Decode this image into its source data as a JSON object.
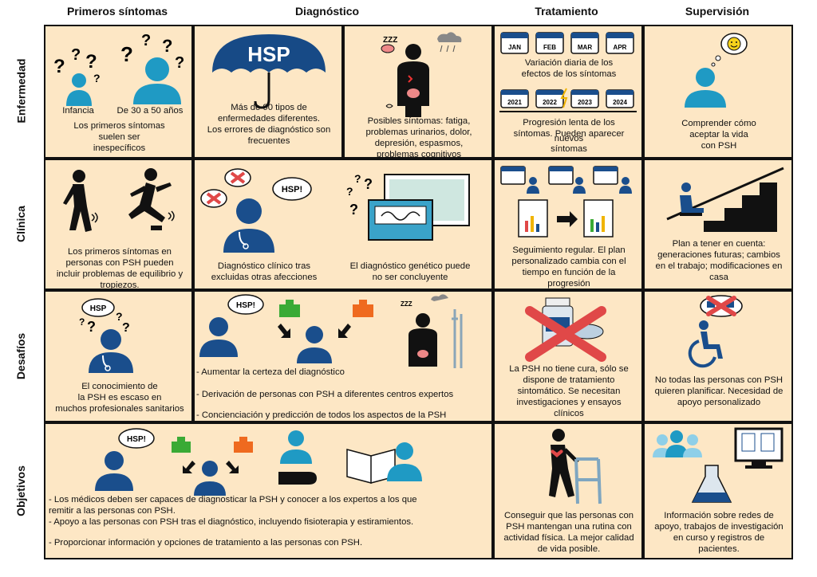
{
  "columns": {
    "primeros": "Primeros síntomas",
    "diagnostico": "Diagnóstico",
    "tratamiento": "Tratamiento",
    "supervision": "Supervisión"
  },
  "rows": {
    "enfermedad": "Enfermedad",
    "clinica": "Clínica",
    "desafios": "Desafíos",
    "objetivos": "Objetivos"
  },
  "enfermedad": {
    "infancia": "Infancia",
    "edad_adulta": "De 30 a 50 años",
    "primeros_text": "Los primeros síntomas\nsuelen ser\ninespecíficos",
    "umbrella_label": "HSP",
    "tipos_text": "Más de 90 tipos de\nenfermedades diferentes.\nLos errores de diagnóstico son\nfrecuentes",
    "sintomas_text": "Posibles síntomas: fatiga,\nproblemas urinarios, dolor,\ndepresión, espasmos,\nproblemas cognitivos",
    "zzz": "ZZZ",
    "months": [
      "JAN",
      "FEB",
      "MAR",
      "APR"
    ],
    "variacion_text": "Variación diaria de los\nefectos de los síntomas",
    "years": [
      "2021",
      "2022",
      "2023",
      "2024"
    ],
    "progresion_text": "Progresión lenta de los\nsíntomas. Pueden aparecer",
    "nuevos_text": "nuevos",
    "sintomas_word": "síntomas",
    "comprender_text": "Comprender cómo\naceptar la vida\ncon PSH"
  },
  "clinica": {
    "equilibrio_text": "Los primeros síntomas en\npersonas con PSH pueden\nincluir problemas de equilibrio y\ntropiezos.",
    "hsp_bubble": "HSP!",
    "clinico_text": "Diagnóstico clínico tras\nexcluidas otras afecciones",
    "genetico_text": "El diagnóstico genético puede\nno ser concluyente",
    "seguimiento_text": "Seguimiento regular. El plan\npersonalizado cambia con el\ntiempo en función de la\nprogresión",
    "plan_text": "Plan a tener en cuenta:\ngeneraciones futuras; cambios\nen el trabajo; modificaciones en\ncasa"
  },
  "desafios": {
    "hsp_bubble": "HSP",
    "conocimiento_text": "El conocimiento de\nla PSH es escaso en\nmuchos profesionales sanitarios",
    "hsp_bubble2": "HSP!",
    "bullets": [
      "- Aumentar la certeza del diagnóstico",
      "- Derivación de personas con PSH a diferentes centros expertos",
      "- Concienciación y predicción de todos los aspectos de la PSH"
    ],
    "cura_text": "La PSH no tiene cura, sólo se\ndispone de tratamiento\nsintomático. Se necesitan\ninvestigaciones y ensayos\nclínicos",
    "planificar_text": "No todas las personas con PSH\nquieren planificar. Necesidad de\napoyo personalizado"
  },
  "objetivos": {
    "hsp_bubble": "HSP!",
    "bullets": [
      "- Los médicos deben ser capaces de diagnosticar la PSH y conocer a los expertos a los que\n  remitir a las personas con PSH.",
      "- Apoyo a las personas con PSH tras el diagnóstico, incluyendo fisioterapia y estiramientos.",
      "- Proporcionar información y opciones de tratamiento a las personas con PSH."
    ],
    "actividad_text": "Conseguir que las personas con\nPSH mantengan una rutina con\nactividad física. La mejor calidad\nde vida posible.",
    "redes_text": "Información sobre redes de\napoyo, trabajos de investigación\nen curso y registros de\npacientes."
  },
  "colors": {
    "cell_bg": "#fde7c5",
    "person_teal": "#1f9ac4",
    "doctor_navy": "#1a4e8c",
    "umbrella_navy": "#174a86",
    "hospital_green": "#3aaa35",
    "hospital_orange": "#ef6a1f",
    "red_cross": "#e04848"
  }
}
